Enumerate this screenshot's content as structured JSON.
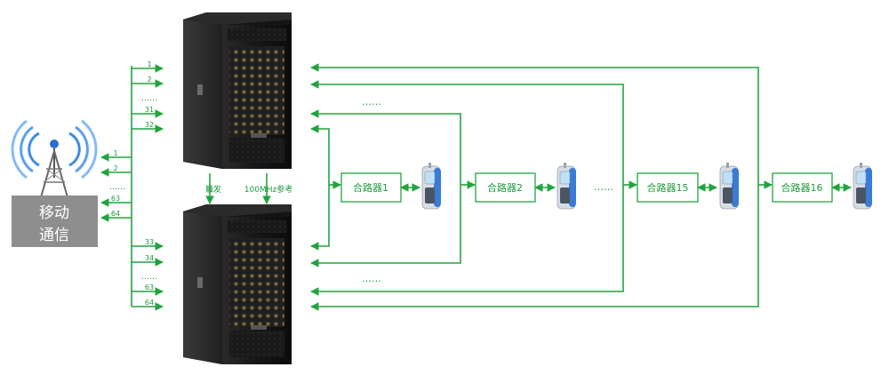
{
  "tower": {
    "label_line1": "移动",
    "label_line2": "通信",
    "icon": "cell-tower-icon"
  },
  "tower_ports": [
    "1",
    "2",
    "……",
    "63",
    "64"
  ],
  "unit_top": {
    "name": "rf-chassis-top",
    "ports": [
      "1",
      "2",
      "……",
      "31",
      "32"
    ]
  },
  "unit_bottom": {
    "name": "rf-chassis-bottom",
    "ports": [
      "33",
      "34",
      "……",
      "63",
      "64"
    ]
  },
  "trigger_label": "触发",
  "ref_label": "100MHz参考",
  "dots_top": "……",
  "dots_bottom": "……",
  "dots_middle": "……",
  "combiners": [
    {
      "label": "合路器1"
    },
    {
      "label": "合路器2"
    },
    {
      "label": "合路器15"
    },
    {
      "label": "合路器16"
    }
  ],
  "colors": {
    "line": "#22a33f",
    "tower_box": "#8e8e8e",
    "chassis": "#1f1f1f",
    "phone_blue": "#3a7bd5"
  }
}
